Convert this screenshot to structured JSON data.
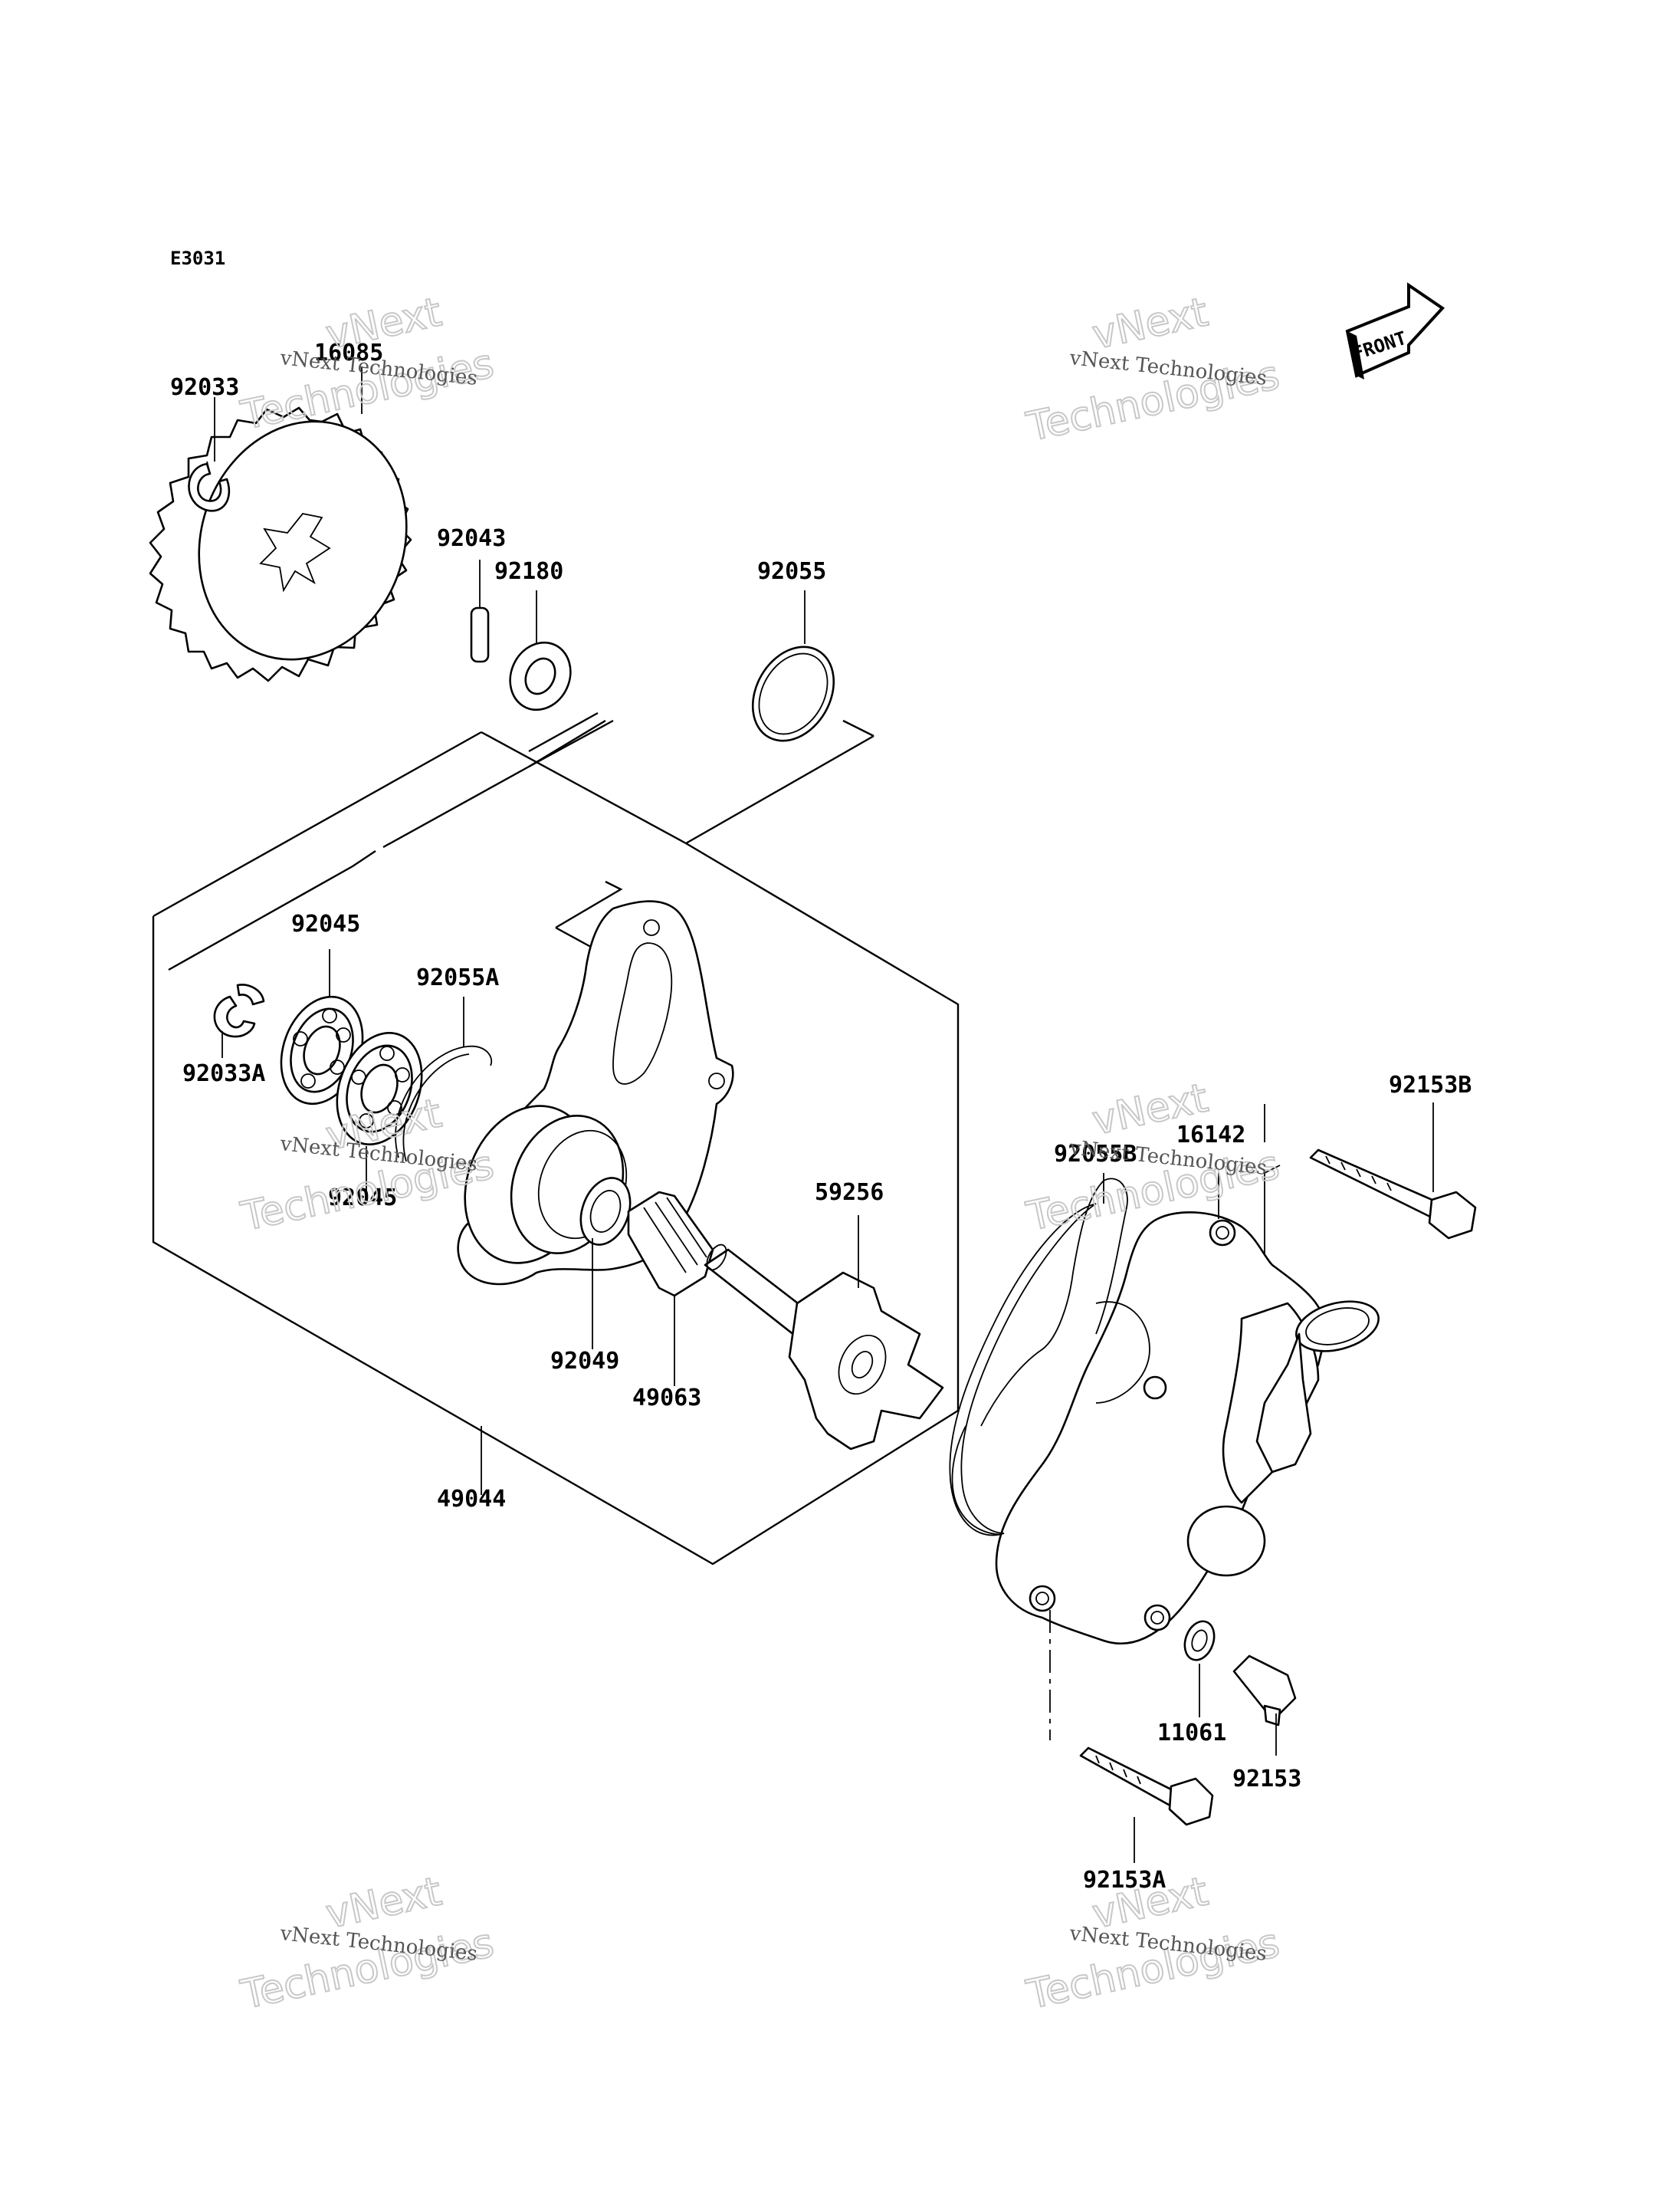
{
  "diagram_code": "E3031",
  "front_label": "FRONT",
  "watermark": {
    "line1": "vNext Technologies",
    "line2a": "vNext",
    "line2b": "Technologies"
  },
  "parts": {
    "p16085": "16085",
    "p92033": "92033",
    "p92043": "92043",
    "p92180": "92180",
    "p92055": "92055",
    "p92045_top": "92045",
    "p92055A": "92055A",
    "p92033A": "92033A",
    "p92045_bottom": "92045",
    "p59256": "59256",
    "p92049": "92049",
    "p49063": "49063",
    "p49044": "49044",
    "p92153B": "92153B",
    "p92055B": "92055B",
    "p16142": "16142",
    "p11061": "11061",
    "p92153": "92153",
    "p92153A": "92153A"
  }
}
